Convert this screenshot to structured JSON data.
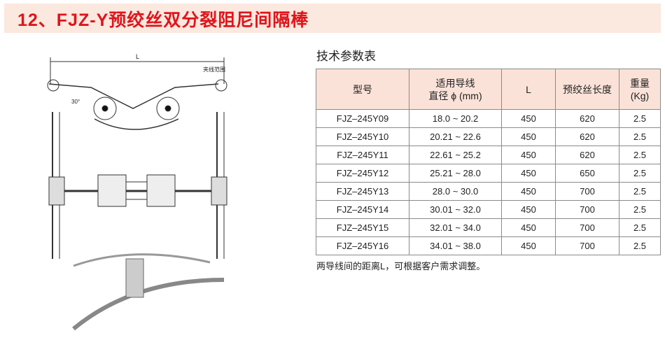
{
  "title": "12、FJZ-Y预绞丝双分裂阻尼间隔棒",
  "diagram": {
    "dim_label": "L",
    "clamp_range_label": "夹线范围",
    "angle_label": "30°"
  },
  "table": {
    "subtitle": "技术参数表",
    "headers": [
      {
        "line1": "型号",
        "line2": ""
      },
      {
        "line1": "适用导线",
        "line2": "直径 ϕ (mm)"
      },
      {
        "line1": "L",
        "line2": ""
      },
      {
        "line1": "预绞丝长度",
        "line2": ""
      },
      {
        "line1": "重量",
        "line2": "(Kg)"
      }
    ],
    "rows": [
      [
        "FJZ–245Y09",
        "18.0 ~ 20.2",
        "450",
        "620",
        "2.5"
      ],
      [
        "FJZ–245Y10",
        "20.21 ~ 22.6",
        "450",
        "620",
        "2.5"
      ],
      [
        "FJZ–245Y11",
        "22.61 ~ 25.2",
        "450",
        "620",
        "2.5"
      ],
      [
        "FJZ–245Y12",
        "25.21 ~ 28.0",
        "450",
        "650",
        "2.5"
      ],
      [
        "FJZ–245Y13",
        "28.0 ~ 30.0",
        "450",
        "700",
        "2.5"
      ],
      [
        "FJZ–245Y14",
        "30.01 ~ 32.0",
        "450",
        "700",
        "2.5"
      ],
      [
        "FJZ–245Y15",
        "32.01 ~ 34.0",
        "450",
        "700",
        "2.5"
      ],
      [
        "FJZ–245Y16",
        "34.01 ~ 38.0",
        "450",
        "700",
        "2.5"
      ]
    ],
    "note": "两导线间的距离L，可根据客户需求调整。"
  },
  "colors": {
    "title": "#e0141b",
    "banner": "#fbe8df",
    "header_bg": "#fbe2d8"
  }
}
